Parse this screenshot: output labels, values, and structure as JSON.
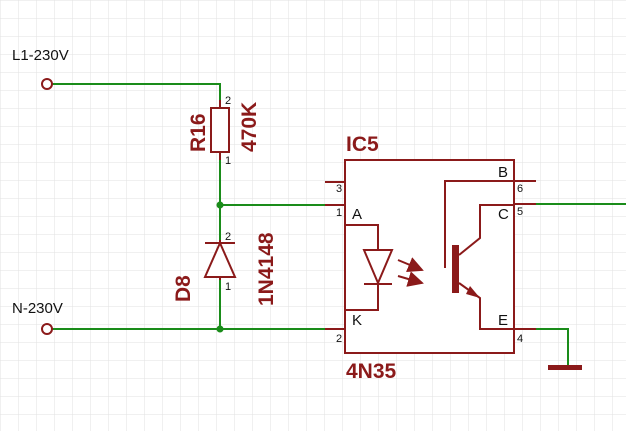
{
  "colors": {
    "wire": "#1a8c1a",
    "component": "#8b1a1a",
    "text": "#111111",
    "grid": "#e2e2e2",
    "junction": "#1a8c1a"
  },
  "terminals": {
    "l1": "L1-230V",
    "n": "N-230V"
  },
  "resistor": {
    "ref": "R16",
    "value": "470K",
    "pin_top": "2",
    "pin_bottom": "1"
  },
  "diode": {
    "ref": "D8",
    "value": "1N4148",
    "pin_top": "2",
    "pin_bottom": "1"
  },
  "optocoupler": {
    "ref": "IC5",
    "part": "4N35",
    "pins": {
      "p1": "1",
      "p2": "2",
      "p3": "3",
      "p4": "4",
      "p5": "5",
      "p6": "6"
    },
    "pin_names": {
      "a": "A",
      "k": "K",
      "b": "B",
      "c": "C",
      "e": "E"
    }
  }
}
